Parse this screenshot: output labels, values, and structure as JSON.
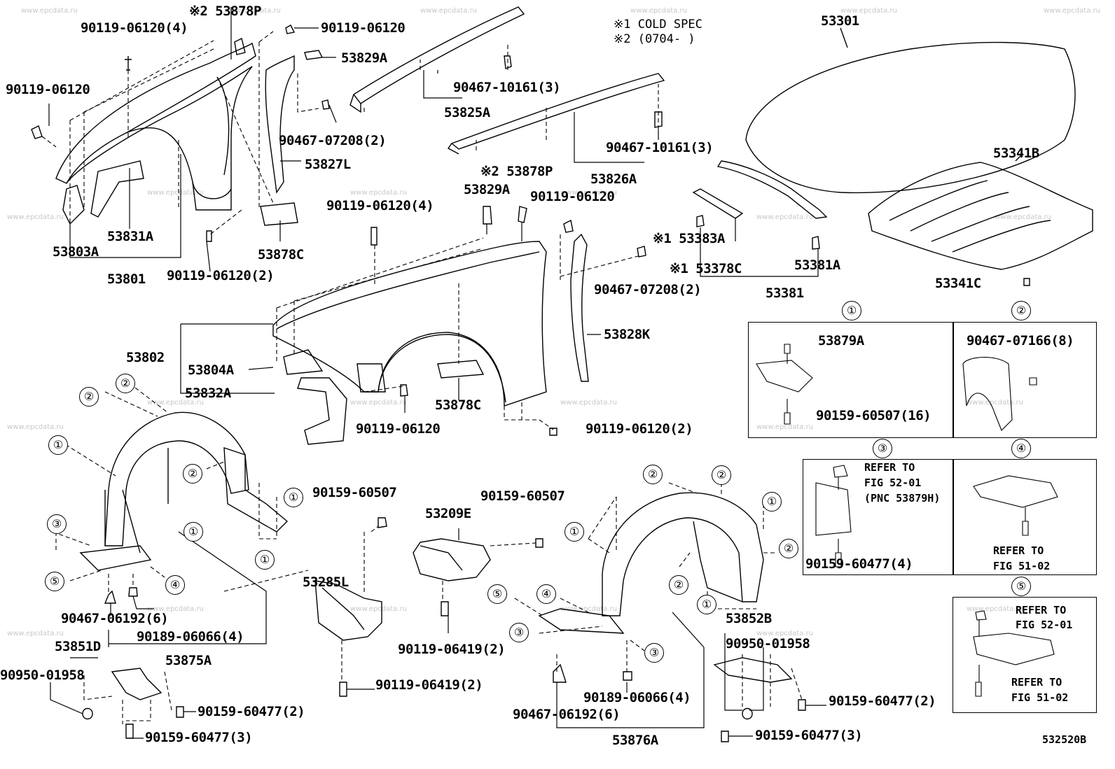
{
  "notes": {
    "n1": "※1 COLD SPEC",
    "n2": "※2 (0704-      )"
  },
  "labels": [
    {
      "text": "90119-06120(4)"
    },
    {
      "text": "※2 53878P"
    },
    {
      "text": "90119-06120"
    },
    {
      "text": "53829A"
    },
    {
      "text": "90467-10161(3)"
    },
    {
      "text": "53825A"
    },
    {
      "text": "53301"
    },
    {
      "text": "90119-06120"
    },
    {
      "text": "90467-07208(2)"
    },
    {
      "text": "53827L"
    },
    {
      "text": "90467-10161(3)"
    },
    {
      "text": "53341B"
    },
    {
      "text": "53826A"
    },
    {
      "text": "※2 53878P"
    },
    {
      "text": "53829A"
    },
    {
      "text": "90119-06120"
    },
    {
      "text": "90119-06120(4)"
    },
    {
      "text": "53831A"
    },
    {
      "text": "53803A"
    },
    {
      "text": "53878C"
    },
    {
      "text": "53801"
    },
    {
      "text": "90119-06120(2)"
    },
    {
      "text": "※1 53383A"
    },
    {
      "text": "※1 53378C"
    },
    {
      "text": "53381A"
    },
    {
      "text": "90467-07208(2)"
    },
    {
      "text": "53341C"
    },
    {
      "text": "53381"
    },
    {
      "text": "53828K"
    },
    {
      "text": "53802"
    },
    {
      "text": "53804A"
    },
    {
      "text": "53832A"
    },
    {
      "text": "53878C"
    },
    {
      "text": "90119-06120"
    },
    {
      "text": "90119-06120(2)"
    },
    {
      "text": "90159-60507"
    },
    {
      "text": "90159-60507"
    },
    {
      "text": "53209E"
    },
    {
      "text": "53285L"
    },
    {
      "text": "90467-06192(6)"
    },
    {
      "text": "90189-06066(4)"
    },
    {
      "text": "53851D"
    },
    {
      "text": "53875A"
    },
    {
      "text": "90950-01958"
    },
    {
      "text": "90119-06419(2)"
    },
    {
      "text": "90119-06419(2)"
    },
    {
      "text": "90159-60477(2)"
    },
    {
      "text": "90159-60477(3)"
    },
    {
      "text": "53852B"
    },
    {
      "text": "90950-01958"
    },
    {
      "text": "90189-06066(4)"
    },
    {
      "text": "90467-06192(6)"
    },
    {
      "text": "90159-60477(2)"
    },
    {
      "text": "53876A"
    },
    {
      "text": "90159-60477(3)"
    },
    {
      "text": "532520B"
    }
  ],
  "callouts": {
    "circled_numbers": [
      "①",
      "②",
      "③",
      "④",
      "⑤"
    ]
  },
  "detail_boxes": {
    "d1": {
      "number": "①",
      "part_a": "53879A",
      "part_b": "90159-60507(16)"
    },
    "d2": {
      "number": "②",
      "part_a": "90467-07166(8)"
    },
    "d3": {
      "number": "③",
      "ref1": "REFER TO",
      "ref2": "FIG  52-01",
      "ref3": "(PNC 53879H)",
      "part_a": "90159-60477(4)"
    },
    "d4": {
      "number": "④",
      "ref1": "REFER TO",
      "ref2": "FIG  51-02"
    },
    "d5": {
      "number": "⑤",
      "ref1": "REFER TO",
      "ref2": "FIG  52-01",
      "ref3": "REFER TO",
      "ref4": "FIG  51-02"
    }
  },
  "watermark": "www.epcdata.ru"
}
